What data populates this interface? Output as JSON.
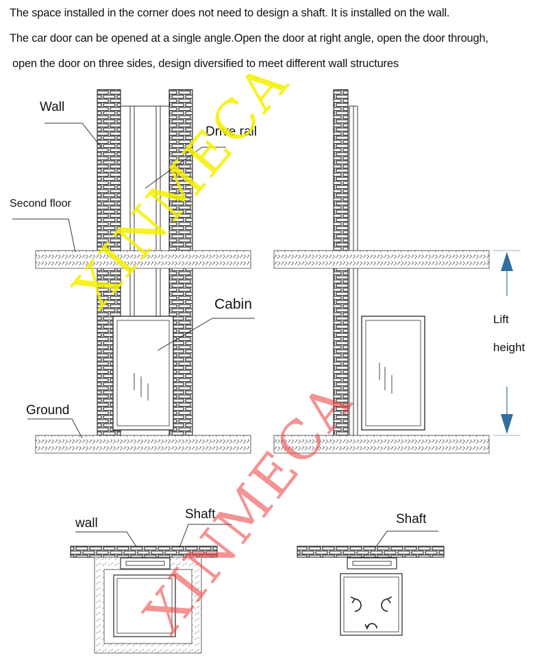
{
  "intro": {
    "line1": "The space installed in the corner does not need to design a shaft. It is installed on the wall.",
    "line2": "The car door can be opened at a single angle.Open the door at right angle, open the door through,",
    "line3": "open the door on three sides, design diversified to meet different wall structures"
  },
  "labels": {
    "wall_top": "Wall",
    "drive_rail": "Drive rail",
    "second_floor": "Second floor",
    "cabin": "Cabin",
    "ground": "Ground",
    "lift_height_1": "Lift",
    "lift_height_2": "height",
    "wall_bottom": "wall",
    "shaft_left": "Shaft",
    "shaft_right": "Shaft"
  },
  "watermark": {
    "text": "XINMECA",
    "yellow": "#f5f000",
    "red": "#f04a4a"
  },
  "colors": {
    "arrow": "#2f6e9e",
    "line": "#444444"
  }
}
